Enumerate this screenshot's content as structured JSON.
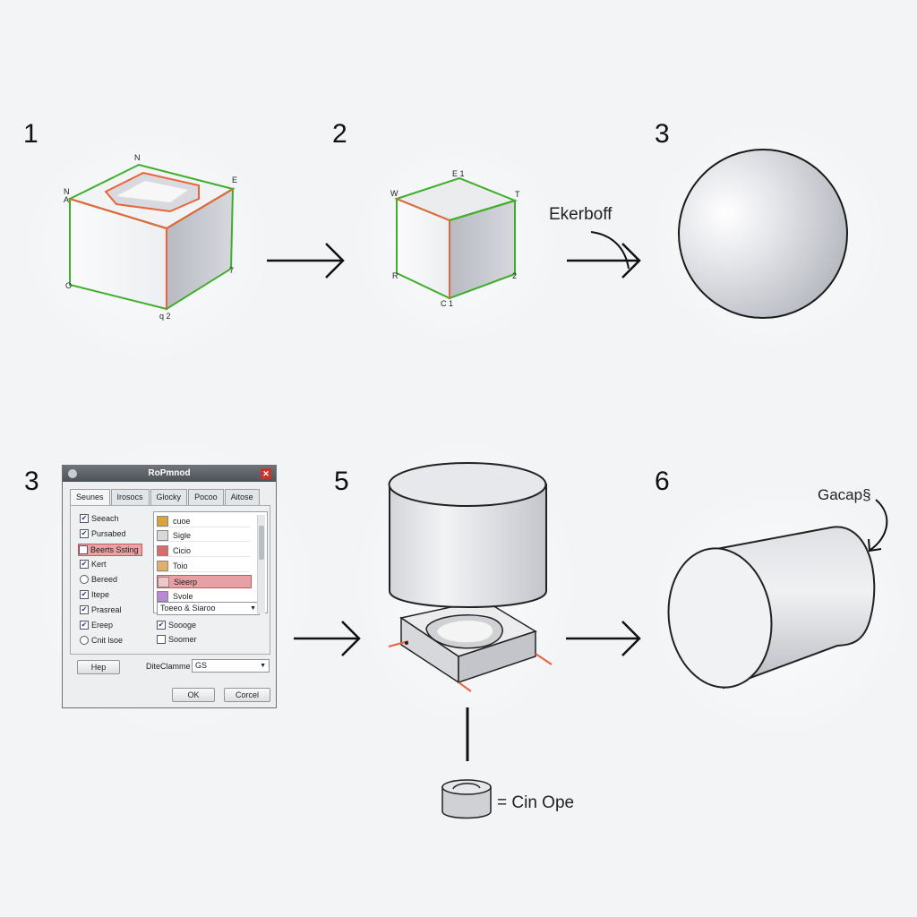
{
  "steps": {
    "s1": "1",
    "s2": "2",
    "s3": "3",
    "s4": "3",
    "s5": "5",
    "s6": "6"
  },
  "labels": {
    "arrow_label_top": "Ekerboff",
    "arrow_label_6": "Gacap§",
    "legend_text": "= Cin Ope"
  },
  "vertex_labels": {
    "c1_n": "N",
    "c1_e": "E",
    "c1_a": "N\nA",
    "c1_o": "O",
    "c1_7": "7",
    "c1_q2": "q 2",
    "c2_e1": "E 1",
    "c2_w": "W",
    "c2_t": "T",
    "c2_r": "R",
    "c2_2": "2",
    "c2_c1": "C 1"
  },
  "dialog": {
    "title": "RoPmnod",
    "tabs": [
      "Seunes",
      "Irosocs",
      "Glocky",
      "Pocoo",
      "Aitose"
    ],
    "options": [
      {
        "label": "Seeach",
        "type": "check",
        "checked": true
      },
      {
        "label": "Pursabed",
        "type": "check",
        "checked": true
      },
      {
        "label": "Beerts Ssting",
        "type": "check",
        "checked": false,
        "highlight": true
      },
      {
        "label": "Kert",
        "type": "check",
        "checked": true
      },
      {
        "label": "Bereed",
        "type": "radio",
        "checked": false
      },
      {
        "label": "Itepe",
        "type": "check",
        "checked": true
      },
      {
        "label": "Prasreal",
        "type": "check",
        "checked": true
      },
      {
        "label": "Ereep",
        "type": "check",
        "checked": true
      },
      {
        "label": "Cnit lsoe",
        "type": "radio",
        "checked": false
      }
    ],
    "list_items": [
      {
        "label": "cuoe",
        "color": "#d9a43a"
      },
      {
        "label": "Sigle",
        "color": "#d8d8d8"
      },
      {
        "label": "Cicio",
        "color": "#d86b6b"
      },
      {
        "label": "Toio",
        "color": "#e0b06a"
      },
      {
        "label": "Sieerp",
        "color": "#e8b0b0",
        "highlight": true
      },
      {
        "label": "Svole",
        "color": "#b88ad6"
      }
    ],
    "dropdown_value": "Toeeo & Siaroo",
    "check_a": {
      "label": "Soooge",
      "checked": true
    },
    "check_b": {
      "label": "Soomer",
      "checked": false
    },
    "help_label": "Hep",
    "combo_label": "DiteClamme",
    "combo_value": "GS",
    "ok_label": "OK",
    "cancel_label": "Corcel"
  },
  "colors": {
    "edge_green": "#3fae2a",
    "edge_orange": "#e8643a",
    "ink": "#111111"
  }
}
